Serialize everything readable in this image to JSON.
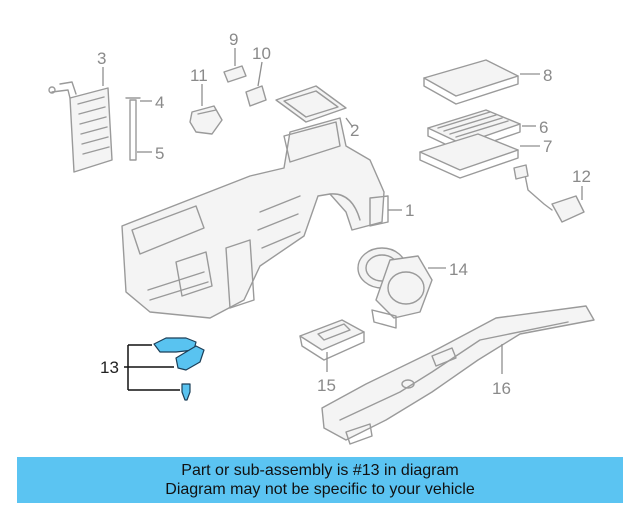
{
  "diagram": {
    "callouts": {
      "c1": "1",
      "c2": "2",
      "c3": "3",
      "c4": "4",
      "c5": "5",
      "c6": "6",
      "c7": "7",
      "c8": "8",
      "c9": "9",
      "c10": "10",
      "c11": "11",
      "c12": "12",
      "c13": "13",
      "c14": "14",
      "c15": "15",
      "c16": "16"
    },
    "highlight_color": "#59c3f0",
    "highlighted_part": "13"
  },
  "banner": {
    "line1": "Part or sub-assembly is #13 in diagram",
    "line2": "Diagram may not be specific to your vehicle",
    "background": "#5bc4f2"
  }
}
